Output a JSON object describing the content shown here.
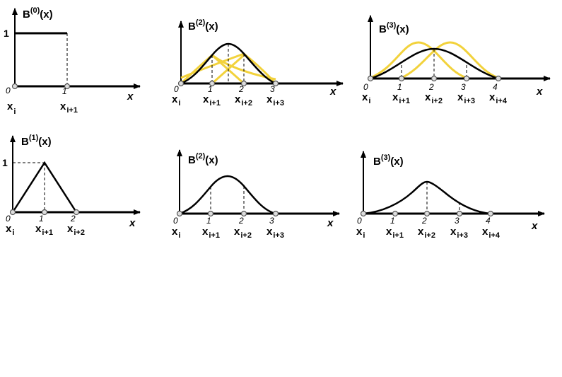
{
  "plots": [
    {
      "id": "B0",
      "title": {
        "main": "B",
        "sup": "(0)",
        "arg": "(x)"
      },
      "y_label": "1",
      "ticks": [
        "0",
        "1"
      ],
      "knots": [
        [
          "x",
          "i"
        ],
        [
          "x",
          "i+1"
        ]
      ],
      "axis_label": "x"
    },
    {
      "id": "B2-top",
      "title": {
        "main": "B",
        "sup": "(2)",
        "arg": "(x)"
      },
      "ticks": [
        "0",
        "1",
        "2",
        "3"
      ],
      "knots": [
        [
          "x",
          "i"
        ],
        [
          "x",
          "i+1"
        ],
        [
          "x",
          "i+2"
        ],
        [
          "x",
          "i+3"
        ]
      ],
      "axis_label": "x"
    },
    {
      "id": "B3-top",
      "title": {
        "main": "B",
        "sup": "(3)",
        "arg": "(x)"
      },
      "ticks": [
        "0",
        "1",
        "2",
        "3",
        "4"
      ],
      "knots": [
        [
          "x",
          "i"
        ],
        [
          "x",
          "i+1"
        ],
        [
          "x",
          "i+2"
        ],
        [
          "x",
          "i+3"
        ],
        [
          "x",
          "i+4"
        ]
      ],
      "axis_label": "x"
    },
    {
      "id": "B1",
      "title": {
        "main": "B",
        "sup": "(1)",
        "arg": "(x)"
      },
      "y_label": "1",
      "ticks": [
        "0",
        "1",
        "2"
      ],
      "knots": [
        [
          "x",
          "i"
        ],
        [
          "x",
          "i+1"
        ],
        [
          "x",
          "i+2"
        ]
      ],
      "axis_label": "x"
    },
    {
      "id": "B2-bottom",
      "title": {
        "main": "B",
        "sup": "(2)",
        "arg": "(x)"
      },
      "ticks": [
        "0",
        "1",
        "2",
        "3"
      ],
      "knots": [
        [
          "x",
          "i"
        ],
        [
          "x",
          "i+1"
        ],
        [
          "x",
          "i+2"
        ],
        [
          "x",
          "i+3"
        ]
      ],
      "axis_label": "x"
    },
    {
      "id": "B3-bottom",
      "title": {
        "main": "B",
        "sup": "(3)",
        "arg": "(x)"
      },
      "ticks": [
        "0",
        "1",
        "2",
        "3",
        "4"
      ],
      "knots": [
        [
          "x",
          "i"
        ],
        [
          "x",
          "i+1"
        ],
        [
          "x",
          "i+2"
        ],
        [
          "x",
          "i+3"
        ],
        [
          "x",
          "i+4"
        ]
      ],
      "axis_label": "x"
    }
  ],
  "colors": {
    "curve": "#000000",
    "component_curve": "#f2d23c",
    "node": "#dddddd"
  }
}
